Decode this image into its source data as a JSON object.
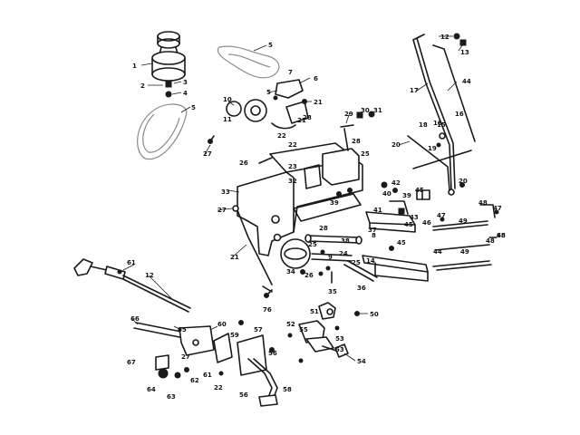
{
  "diagram": {
    "callouts": [
      {
        "id": "c1",
        "text": "1"
      },
      {
        "id": "c2",
        "text": "2"
      },
      {
        "id": "c3",
        "text": "3"
      },
      {
        "id": "c4",
        "text": "4"
      },
      {
        "id": "c5a",
        "text": "5"
      },
      {
        "id": "c5b",
        "text": "5"
      },
      {
        "id": "c5c",
        "text": "5"
      },
      {
        "id": "c6",
        "text": "6"
      },
      {
        "id": "c7",
        "text": "7"
      },
      {
        "id": "c8",
        "text": "8"
      },
      {
        "id": "c9",
        "text": "9"
      },
      {
        "id": "c10",
        "text": "10"
      },
      {
        "id": "c11",
        "text": "11"
      },
      {
        "id": "c12a",
        "text": "12"
      },
      {
        "id": "c12b",
        "text": "12"
      },
      {
        "id": "c13",
        "text": "13"
      },
      {
        "id": "c14",
        "text": "14"
      },
      {
        "id": "c15",
        "text": "15"
      },
      {
        "id": "c16",
        "text": "16"
      },
      {
        "id": "c17",
        "text": "17"
      },
      {
        "id": "c18a",
        "text": "18"
      },
      {
        "id": "c18b",
        "text": "18"
      },
      {
        "id": "c19",
        "text": "19"
      },
      {
        "id": "c20a",
        "text": "20"
      },
      {
        "id": "c20b",
        "text": "20"
      },
      {
        "id": "c21a",
        "text": "21"
      },
      {
        "id": "c21b",
        "text": "21"
      },
      {
        "id": "c21c",
        "text": "21"
      },
      {
        "id": "c22a",
        "text": "22"
      },
      {
        "id": "c22b",
        "text": "22"
      },
      {
        "id": "c22c",
        "text": "22"
      },
      {
        "id": "c23",
        "text": "23"
      },
      {
        "id": "c24",
        "text": "24"
      },
      {
        "id": "c25a",
        "text": "25"
      },
      {
        "id": "c25b",
        "text": "25"
      },
      {
        "id": "c25c",
        "text": "25"
      },
      {
        "id": "c26a",
        "text": "26"
      },
      {
        "id": "c26b",
        "text": "26"
      },
      {
        "id": "c27a",
        "text": "27"
      },
      {
        "id": "c27b",
        "text": "27"
      },
      {
        "id": "c27c",
        "text": "27"
      },
      {
        "id": "c28a",
        "text": "28"
      },
      {
        "id": "c28b",
        "text": "28"
      },
      {
        "id": "c28c",
        "text": "28"
      },
      {
        "id": "c29",
        "text": "29"
      },
      {
        "id": "c30",
        "text": "30"
      },
      {
        "id": "c31",
        "text": "31"
      },
      {
        "id": "c32",
        "text": "32"
      },
      {
        "id": "c33",
        "text": "33"
      },
      {
        "id": "c34",
        "text": "34"
      },
      {
        "id": "c35",
        "text": "35"
      },
      {
        "id": "c36",
        "text": "36"
      },
      {
        "id": "c37",
        "text": "37"
      },
      {
        "id": "c38",
        "text": "38"
      },
      {
        "id": "c39a",
        "text": "39"
      },
      {
        "id": "c39b",
        "text": "39"
      },
      {
        "id": "c40",
        "text": "40"
      },
      {
        "id": "c41",
        "text": "41"
      },
      {
        "id": "c42",
        "text": "42"
      },
      {
        "id": "c43",
        "text": "43"
      },
      {
        "id": "c44a",
        "text": "44"
      },
      {
        "id": "c44b",
        "text": "44"
      },
      {
        "id": "c45a",
        "text": "45"
      },
      {
        "id": "c45b",
        "text": "45"
      },
      {
        "id": "c45c",
        "text": "45"
      },
      {
        "id": "c46",
        "text": "46"
      },
      {
        "id": "c47a",
        "text": "47"
      },
      {
        "id": "c47b",
        "text": "47"
      },
      {
        "id": "c48a",
        "text": "48"
      },
      {
        "id": "c48b",
        "text": "48"
      },
      {
        "id": "c48c",
        "text": "48"
      },
      {
        "id": "c49a",
        "text": "49"
      },
      {
        "id": "c49b",
        "text": "49"
      },
      {
        "id": "c50",
        "text": "50"
      },
      {
        "id": "c51",
        "text": "51"
      },
      {
        "id": "c52",
        "text": "52"
      },
      {
        "id": "c53a",
        "text": "53"
      },
      {
        "id": "c53b",
        "text": "53"
      },
      {
        "id": "c54",
        "text": "54"
      },
      {
        "id": "c55",
        "text": "55"
      },
      {
        "id": "c56a",
        "text": "56"
      },
      {
        "id": "c56b",
        "text": "56"
      },
      {
        "id": "c57",
        "text": "57"
      },
      {
        "id": "c58",
        "text": "58"
      },
      {
        "id": "c59",
        "text": "59"
      },
      {
        "id": "c60",
        "text": "60"
      },
      {
        "id": "c61a",
        "text": "61"
      },
      {
        "id": "c61b",
        "text": "61"
      },
      {
        "id": "c62",
        "text": "62"
      },
      {
        "id": "c63",
        "text": "63"
      },
      {
        "id": "c64",
        "text": "64"
      },
      {
        "id": "c65",
        "text": "65"
      },
      {
        "id": "c66",
        "text": "66"
      },
      {
        "id": "c67",
        "text": "67"
      },
      {
        "id": "c68",
        "text": "68"
      },
      {
        "id": "c76",
        "text": "76"
      }
    ]
  }
}
